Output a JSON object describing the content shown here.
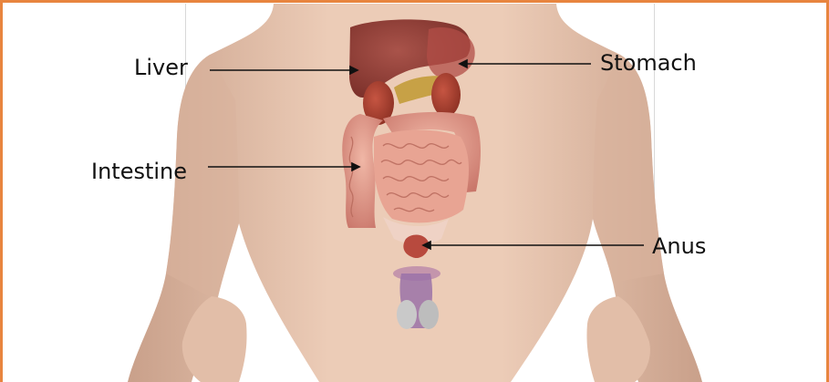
{
  "labels": {
    "liver": "Liver",
    "stomach": "Stomach",
    "intestine": "Intestine",
    "anus": "Anus"
  },
  "colors": {
    "border": "#e8853f",
    "skin": "#e6c2ac",
    "liver": "#8e3b33",
    "intestine": "#d98b79",
    "kidney": "#a43a2c"
  }
}
